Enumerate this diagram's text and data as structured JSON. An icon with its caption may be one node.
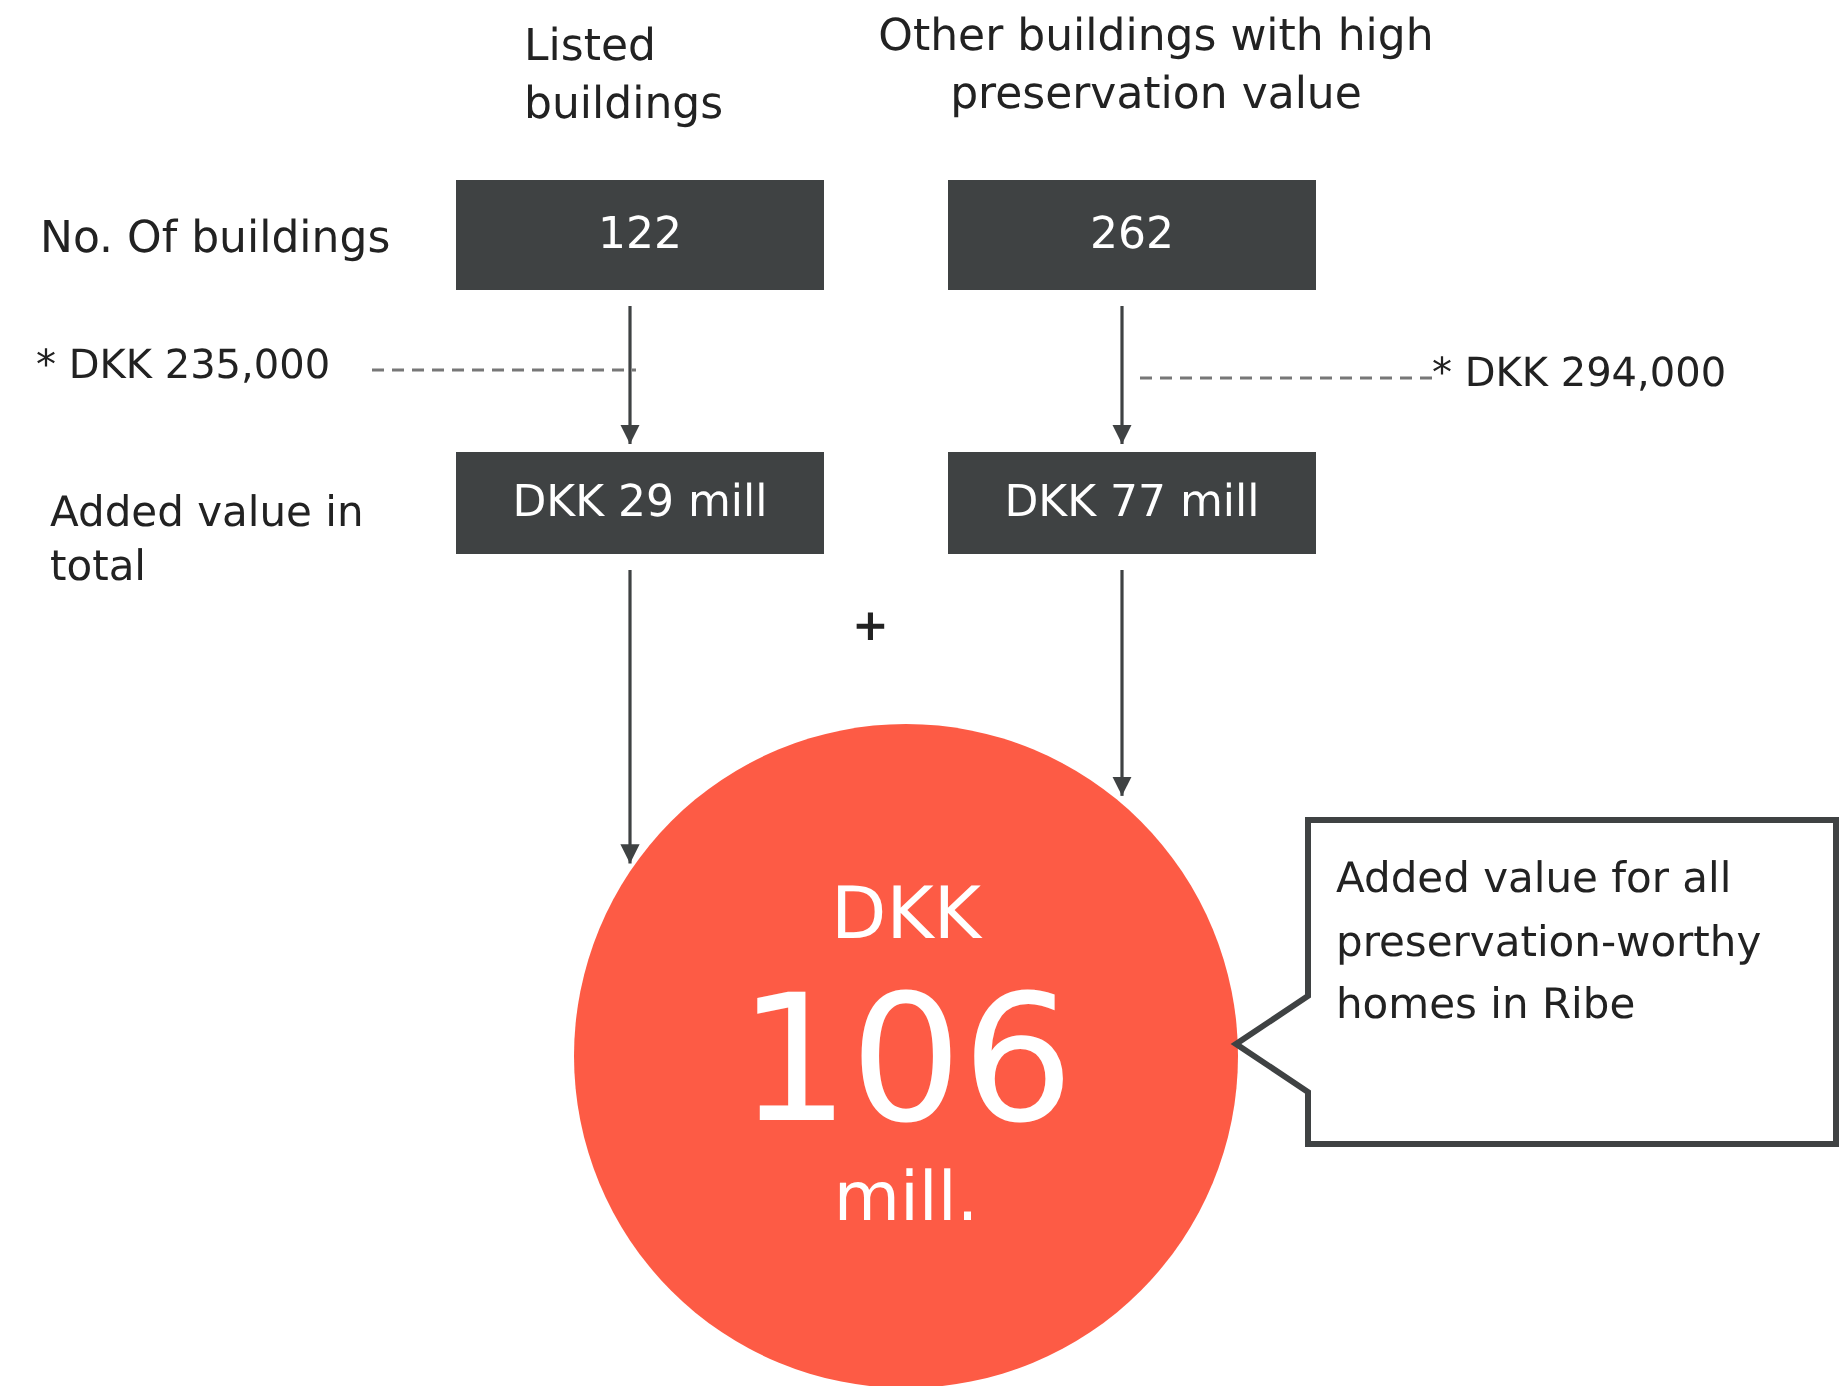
{
  "diagram": {
    "nodes": [
      {
        "text": [
          "122"
        ]
      },
      {
        "text": [
          "262"
        ]
      },
      {
        "text": [
          "DKK 29 mill"
        ]
      },
      {
        "text": [
          "DKK 77 mill"
        ]
      },
      {
        "text": [
          "DKK",
          "106",
          "mill."
        ]
      },
      {
        "text": [
          "Added value for all preservation-worthy homes in Ribe"
        ]
      },
      {
        "text": [
          "* DKK 235,000"
        ]
      },
      {
        "text": [
          "* DKK 294,000"
        ]
      }
    ],
    "edges": [
      {
        "from": 0,
        "to": 2,
        "arrow": "to"
      },
      {
        "from": 1,
        "to": 3,
        "arrow": "to"
      },
      {
        "from": 2,
        "to": 4,
        "arrow": "to"
      },
      {
        "from": 3,
        "to": 4,
        "arrow": "to"
      },
      {
        "from": 6,
        "to": null,
        "arrow": "none",
        "style": "dashed"
      },
      {
        "from": 7,
        "to": null,
        "arrow": "none",
        "style": "dashed"
      }
    ],
    "labels": [
      "Listed buildings",
      "Other buildings with high preservation value",
      "No. Of buildings",
      "Added value in total",
      "+"
    ]
  }
}
